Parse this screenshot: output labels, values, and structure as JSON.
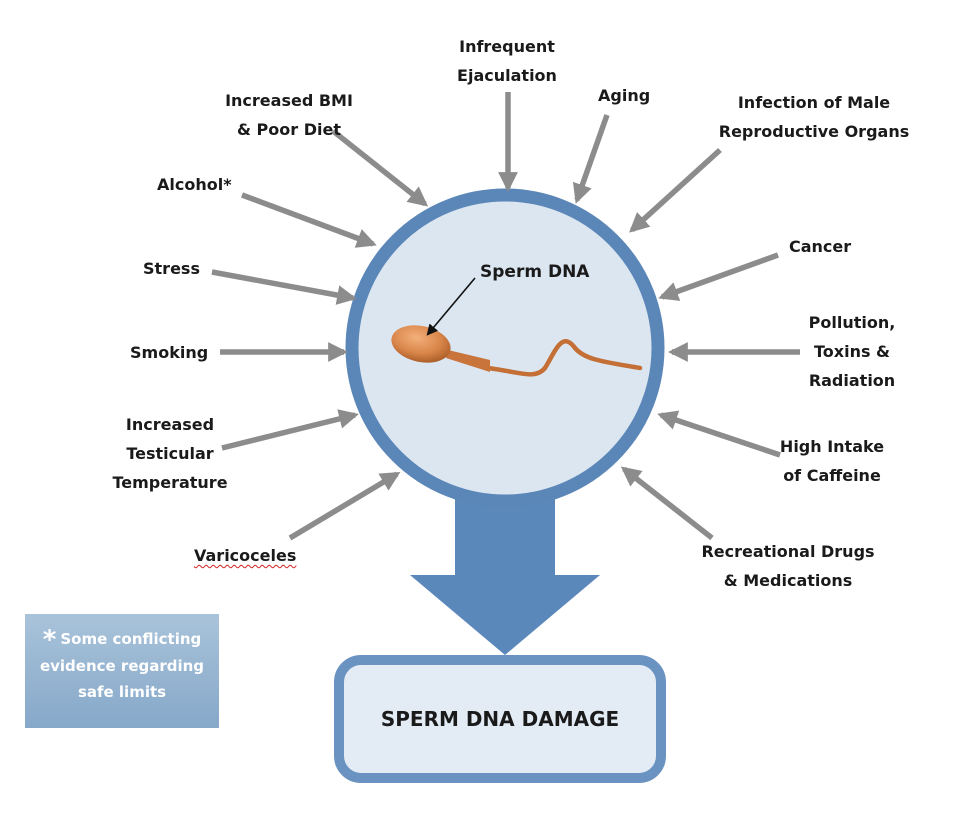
{
  "center_label": "Sperm DNA",
  "result_label": "SPERM DNA DAMAGE",
  "note": {
    "star": "*",
    "lines": [
      "Some conflicting",
      "evidence regarding",
      "safe limits"
    ]
  },
  "factors": {
    "infrequent_ejaculation": [
      "Infrequent",
      "Ejaculation"
    ],
    "increased_bmi": [
      "Increased BMI",
      "& Poor Diet"
    ],
    "aging": [
      "Aging"
    ],
    "infection": [
      "Infection of Male",
      "Reproductive Organs"
    ],
    "alcohol": [
      "Alcohol*"
    ],
    "cancer": [
      "Cancer"
    ],
    "stress": [
      "Stress"
    ],
    "pollution": [
      "Pollution,",
      "Toxins &",
      "Radiation"
    ],
    "smoking": [
      "Smoking"
    ],
    "testicular_temp": [
      "Increased",
      "Testicular",
      "Temperature"
    ],
    "caffeine": [
      "High Intake",
      "of Caffeine"
    ],
    "varicoceles": [
      "Varicoceles"
    ],
    "recreational_drugs": [
      "Recreational Drugs",
      "& Medications"
    ]
  },
  "colors": {
    "circle_border": "#5b86b8",
    "circle_fill": "#dbe6f1",
    "big_arrow": "#5b88bb",
    "result_border": "#6a93c2",
    "result_fill": "#e3ecf5",
    "factor_arrow": "#8c8c8c",
    "sperm": "#d9864a"
  }
}
